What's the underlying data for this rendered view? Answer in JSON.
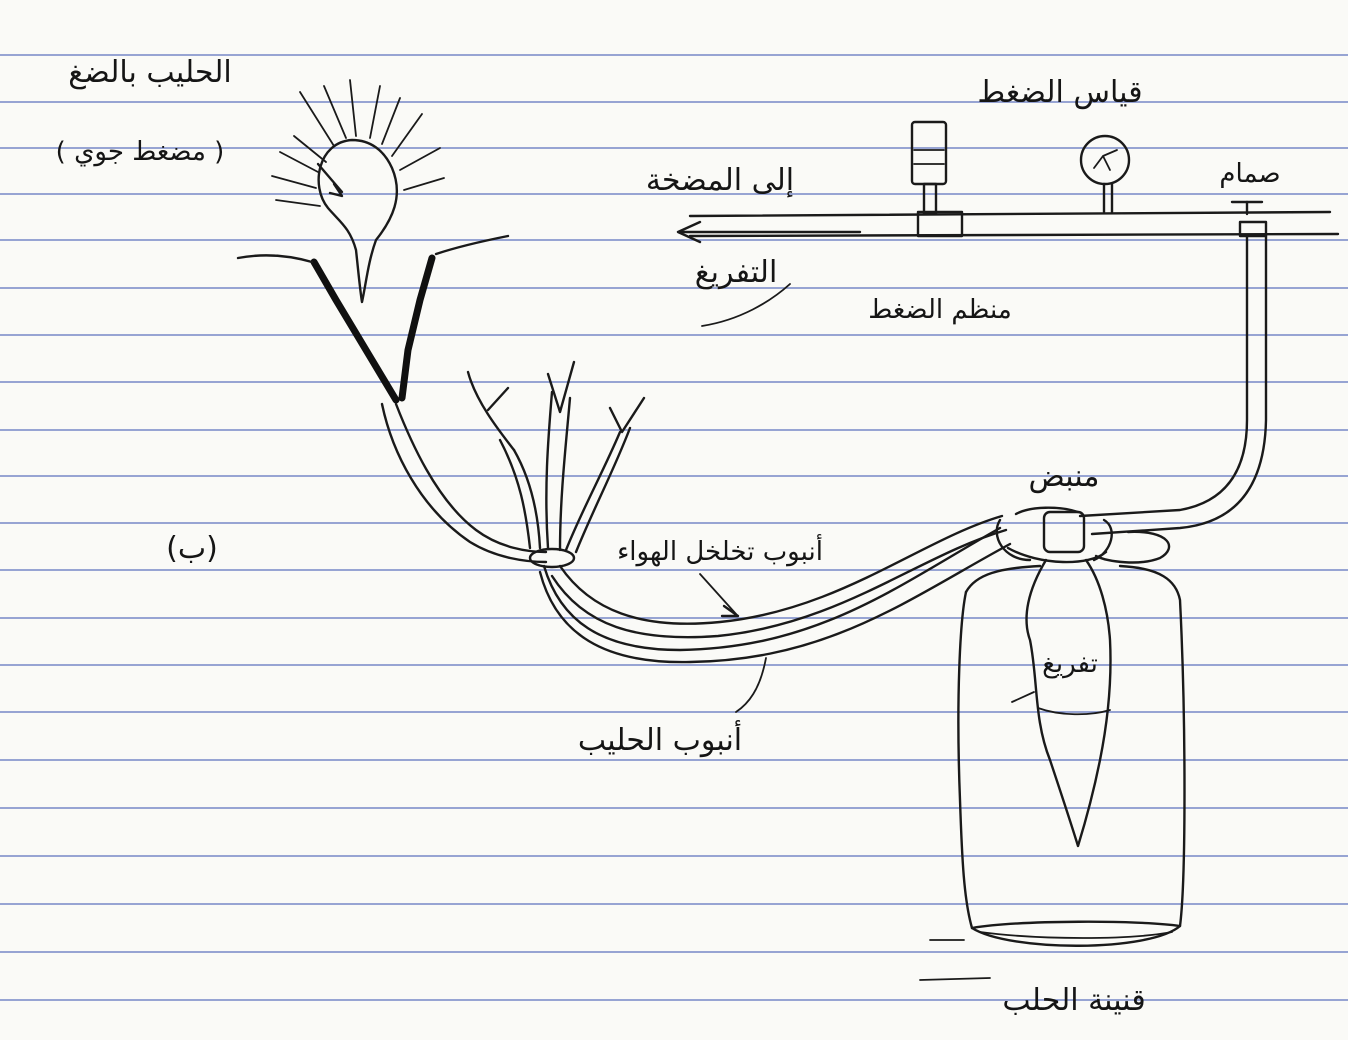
{
  "labels": {
    "milking_by_suction": "الحليب بالضغ",
    "atmospheric_pressure": "( مضغط جوي )",
    "pressure_gauge": "قياس الضغط",
    "valve": "صمام",
    "to_pump": "إلى المضخة",
    "evacuation": "التفريغ",
    "pressure_regulator": "منظم الضغط",
    "pulsator": "منبض",
    "figure_letter": "(ب)",
    "air_exchange_tube": "أنبوب تخلخل الهواء",
    "milk_tube": "أنبوب الحليب",
    "vacuum": "تفريغ",
    "milk_bottle": "قنينة الحلب"
  },
  "colors": {
    "paper": "#fafaf7",
    "rule_lines": "#4a63b8",
    "ink": "#1a1a1a"
  }
}
